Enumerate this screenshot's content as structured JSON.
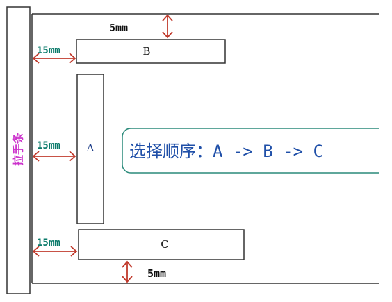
{
  "diagram": {
    "handle_strip_label": "拉手条",
    "panel_a_label": "A",
    "panel_b_label": "B",
    "panel_c_label": "C",
    "dim_top_gap": "5mm",
    "dim_bottom_gap": "5mm",
    "dim_left_b": "15mm",
    "dim_left_a": "15mm",
    "dim_left_c": "15mm",
    "selection_order_text": "选择顺序：A -> B -> C"
  },
  "colors": {
    "outline": "#333333",
    "arrow": "#c0392b",
    "handle_label": "#cc33cc",
    "dim_label": "#0a7a6a",
    "order_text": "#1f4fa8",
    "callout_border": "#2a8a7a"
  }
}
